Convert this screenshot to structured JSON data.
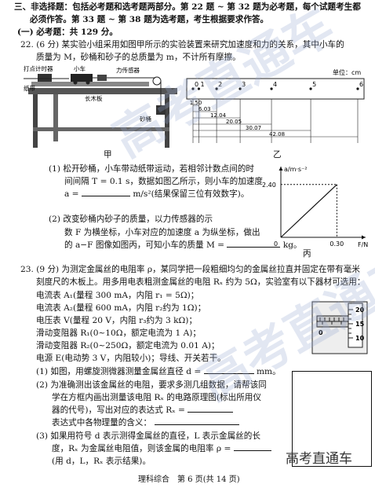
{
  "section3": {
    "line1": "三、非选择题：包括必考题和选考题两部分。第 22 题 ~ 第 32 题为必考题，每个试题考生都",
    "line2": "必须作答。第 33 题 ~ 第 38 题为选考题，考生根据要求作答。",
    "part1": "(一) 必考题：共 129 分。"
  },
  "q22": {
    "l1": "22. (6 分) 某实验小组采用如图甲所示的实验装置来研究加速度和力的关系，其中小车的",
    "l2": "质量为 M，砂桶和砂子的总质量为 m，不计所有摩擦。",
    "apparatus_labels": {
      "timer": "打点计时器",
      "cart": "小车",
      "sensor": "力传感器",
      "tape": "纸带",
      "board": "长木板",
      "bucket": "砂桶"
    },
    "tape": {
      "unit": "单位：cm",
      "ticks": [
        "0",
        "1",
        "2",
        "3",
        "4",
        "5",
        "6"
      ],
      "dims": [
        "1.50",
        "6.03",
        "12.04",
        "20.05",
        "30.07",
        "42.08"
      ]
    },
    "label_jia": "甲",
    "label_yi": "乙",
    "label_bing": "丙",
    "s1_l1": "(1) 松开砂桶，小车带动纸带运动，若相邻计数点间的时",
    "s1_l2": "间间隔 T = 0.1 s，数据如图乙所示，则小车的加速度",
    "s1_l3a": "a =",
    "s1_l3b": "m/s²(结果保留三位有效数字)。",
    "s2_l1": "(2) 改变砂桶内砂子的质量，以力传感器的示",
    "s2_l2": "数 F 为横坐标，小车对应的加速度 a 为纵坐标，做出",
    "s2_l3a": "的 a−F 图像如图丙，可知小车的质量 M =",
    "s2_l3b": "kg。"
  },
  "chart_data": {
    "type": "line",
    "title": "",
    "xlabel": "F/N",
    "ylabel": "a/m·s⁻²",
    "x": [
      0,
      0.3
    ],
    "y": [
      0,
      2.4
    ],
    "xticks": [
      "0.30"
    ],
    "yticks": [
      "2.40"
    ],
    "origin_label": "0",
    "xlim": [
      0,
      0.42
    ],
    "ylim": [
      0,
      3.0
    ],
    "dashed_guides": true
  },
  "q23": {
    "l1": "23. (9 分) 为测定金属丝的电阻率 ρ，某同学把一段粗细均匀的金属丝拉直并固定在带有毫米",
    "l2": "刻度尺的木板上。用多用电表粗测金属丝的电阻 Rₓ 约为 5Ω，实验室有以下器材可选用：",
    "items": [
      "电流表 A₁(量程 300 mA，内阻 r₁ = 5Ω)；",
      "电流表 A₂(量程 600 mA，内阻 r₂约为 1Ω)；",
      "电压表 V(量程 20 V，内阻 r₃约为 3 kΩ)；",
      "滑动变阻器 R₁(0~10Ω，额定电流为 1 A)；",
      "滑动变阻器 R₂(0~250Ω，额定电流为 0.01 A)；",
      "电源 E(电动势 3 V，内阻较小)；导线、开关若干。"
    ],
    "s1a": "(1) 如图，用螺旋测微器测量金属丝直径 d =",
    "s1b": "mm。",
    "s2_l1": "(2) 为准确测出该金属丝的电阻，要求多测几组数据，请帮该同",
    "s2_l2": "学在方框内画出测量该电阻 Rₓ 的电路原理图(标出所用仪",
    "s2_l3": "器的代号)，写出对应的表达式 Rₓ =",
    "s2_l4": "表达式中各物理量的含义：",
    "s3_l1": "(3) 如果用符号 d 表示测得金属丝的直径，L 表示金属丝的长",
    "s3_l2": "度，Rₓ 为金属丝电阻值，则该金属的电阻率 ρ =",
    "s3_l3": "(用 d，L，Rₓ 表示结果)。",
    "micrometer": {
      "scale_top": "20",
      "scale_mid": "15",
      "scale_bot": "10",
      "main": "0"
    }
  },
  "footer": {
    "text": "理科综合　第 6 页(共 14 页)",
    "brand": "高考直通车"
  }
}
